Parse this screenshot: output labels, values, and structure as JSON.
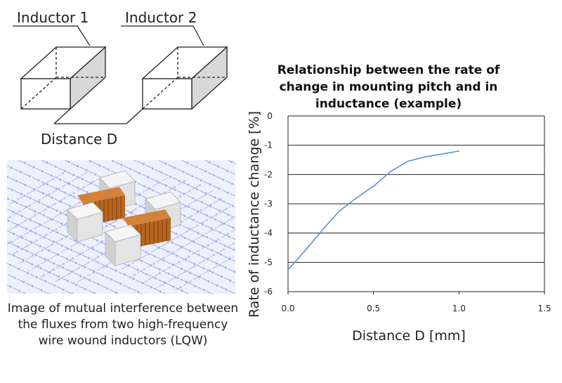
{
  "diagram": {
    "label_inductor1": "Inductor 1",
    "label_inductor2": "Inductor 2",
    "label_distance": "Distance D"
  },
  "image_caption": "Image of mutual interference between the fluxes from two high-frequency wire wound inductors (LQW)",
  "colors": {
    "line": "#5b8fd6",
    "winding": "#c8752a",
    "flux": "#7c8fe0",
    "grid": "#222222"
  },
  "chart_data": {
    "type": "line",
    "title": "Relationship between the rate of change in mounting pitch and in inductance (example)",
    "xlabel": "Distance D [mm]",
    "ylabel": "Rate of inductance change [%]",
    "xlim": [
      0,
      1.5
    ],
    "ylim": [
      -6,
      0
    ],
    "xticks": [
      "0.0",
      "0.5",
      "1.0",
      "1.5"
    ],
    "yticks": [
      "0",
      "-1",
      "-2",
      "-3",
      "-4",
      "-5",
      "-6"
    ],
    "grid": "horizontal",
    "series": [
      {
        "name": "Rate of inductance change",
        "x": [
          0.0,
          0.1,
          0.2,
          0.3,
          0.4,
          0.5,
          0.6,
          0.7,
          0.8,
          0.9,
          1.0
        ],
        "y": [
          -5.25,
          -4.6,
          -3.9,
          -3.25,
          -2.8,
          -2.4,
          -1.9,
          -1.55,
          -1.4,
          -1.3,
          -1.2
        ]
      }
    ]
  }
}
